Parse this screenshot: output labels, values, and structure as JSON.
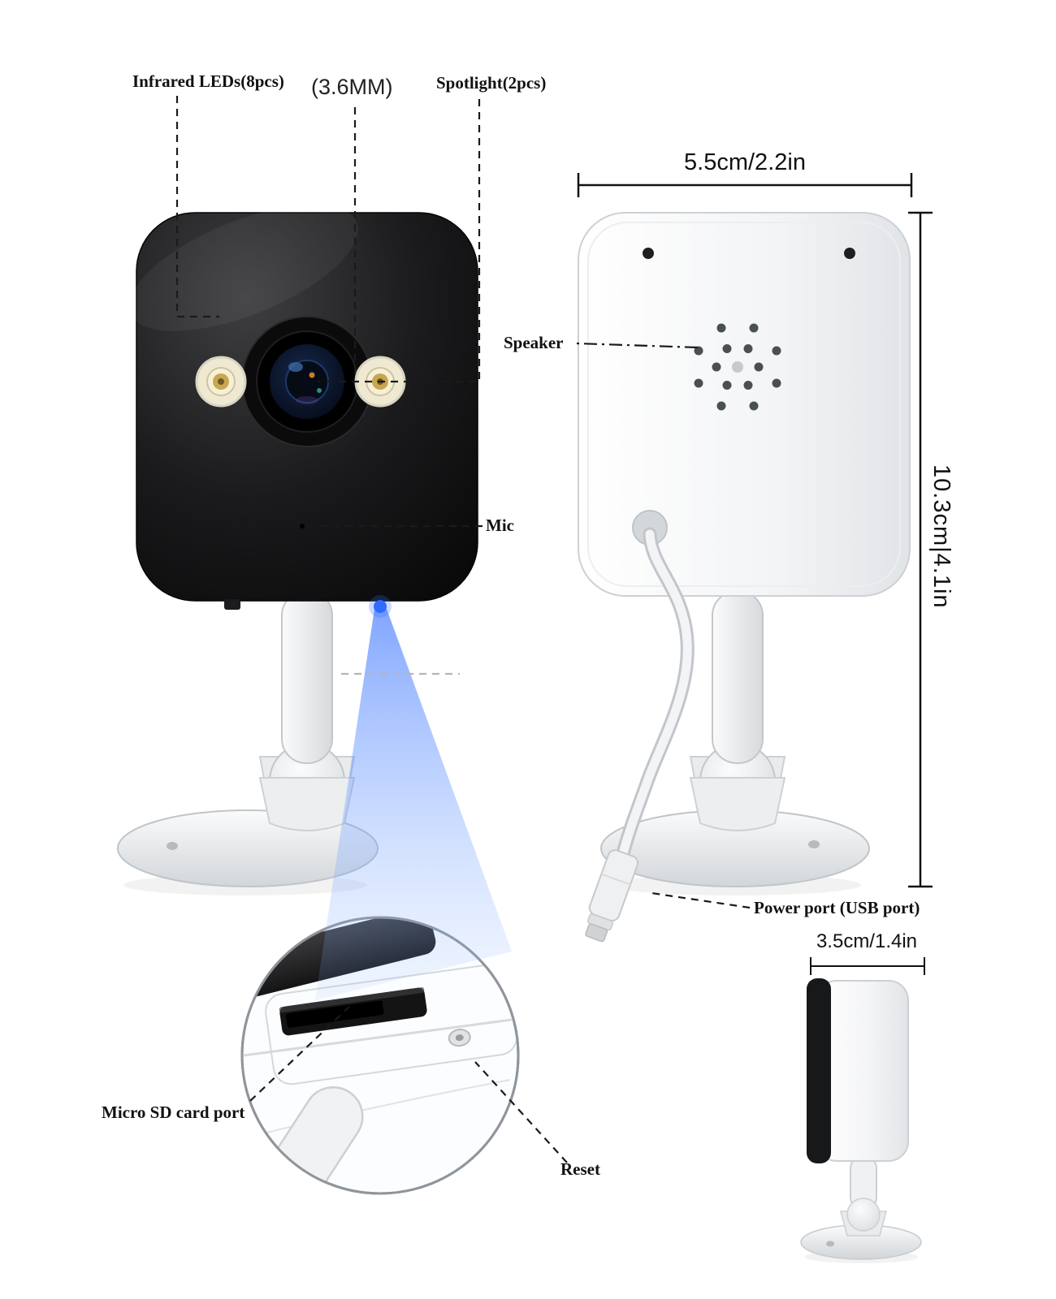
{
  "diagram": {
    "front_labels": {
      "infrared": "Infrared LEDs(8pcs)",
      "lens": "(3.6MM)",
      "spotlight": "Spotlight(2pcs)",
      "mic": "Mic"
    },
    "back_labels": {
      "speaker": "Speaker",
      "power_port": "Power port (USB port)"
    },
    "bottom_labels": {
      "micro_sd": "Micro SD card port",
      "reset": "Reset"
    },
    "dimensions": {
      "width": "5.5cm/2.2in",
      "height": "10.3cm|4.1in",
      "depth": "3.5cm/1.4in"
    },
    "colors": {
      "accent_blue": "#2f6bff",
      "camera_black": "#161616",
      "camera_white": "#f2f3f5",
      "annotation_line": "#1a1a1a"
    }
  }
}
